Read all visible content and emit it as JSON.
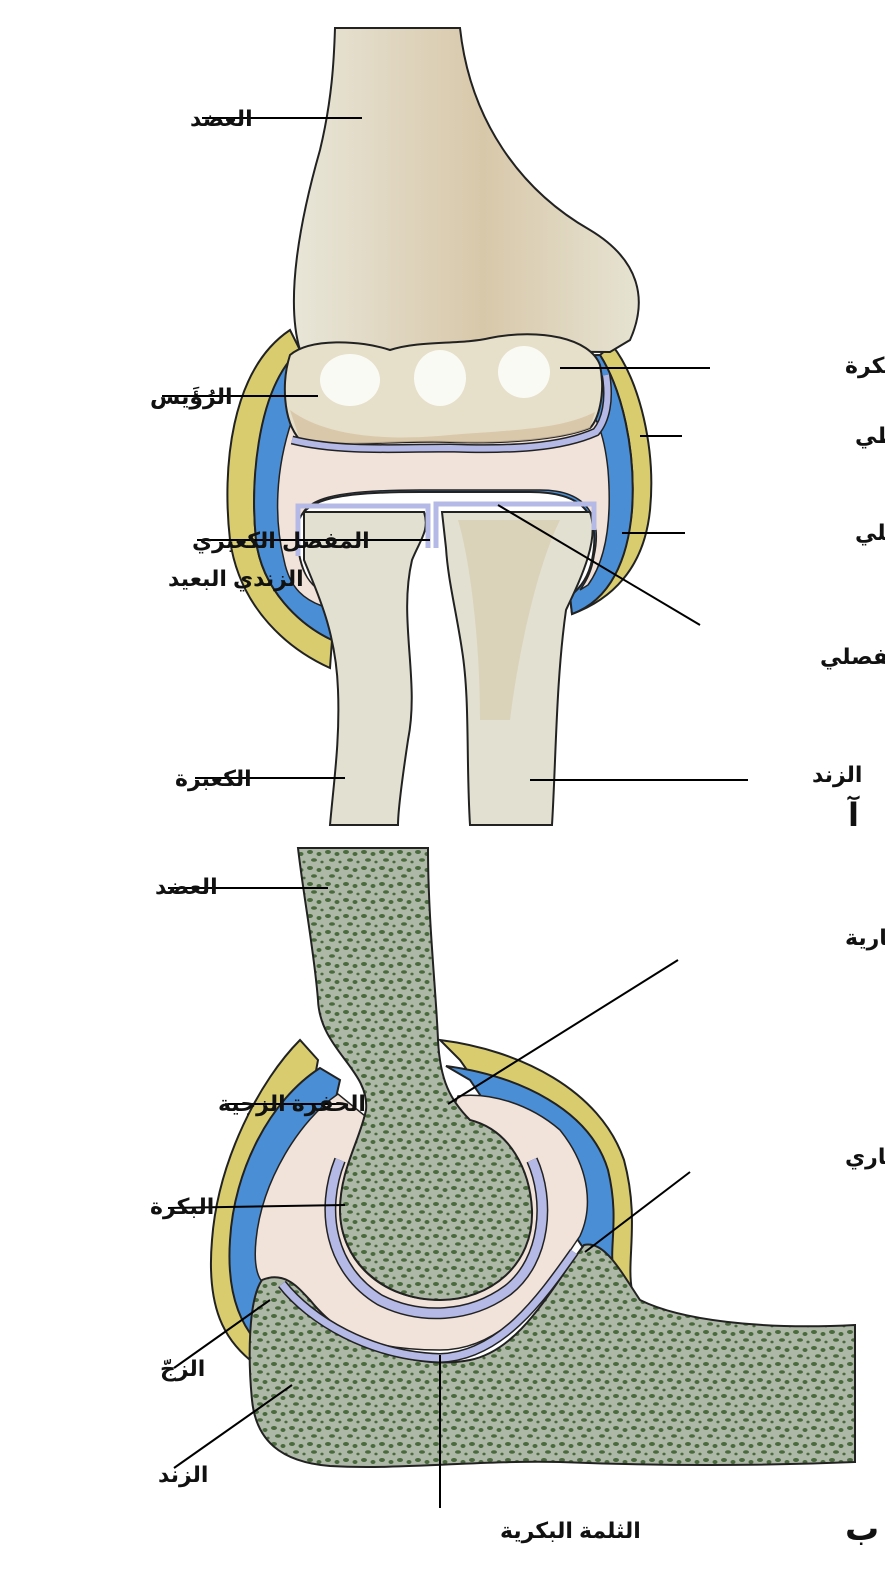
{
  "panel_a": {
    "letter": "آ",
    "labels": {
      "humerus": "العضد",
      "trochlea": "البكرة",
      "capitulum": "الرُؤَيس",
      "capsule_ligament": "الرباط المحفظي",
      "synovial_membrane": "الغشاء الزليلي",
      "radioulnar_joint_line1": "المفصل الكعبري",
      "radioulnar_joint_line2": "الزندي البعيد",
      "articular_cartilage": "الغضروف المفصلي",
      "radius": "الكعبرة",
      "ulna": "الزند"
    }
  },
  "panel_b": {
    "letter": "ب",
    "labels": {
      "humerus": "العضد",
      "olecranon_fossa": "الحفرة المنقارية",
      "radial_fossa": "الحفرة الزجية",
      "coronoid_process": "الناتئ المنقاري",
      "trochlea": "البكرة",
      "olecranon": "الزجّ",
      "ulna": "الزند",
      "trochlear_notch": "الثلمة البكرية"
    }
  },
  "colors": {
    "bone_light": "#e4e2d2",
    "bone_shade": "#cdbb9d",
    "cartilage": "#f1e2da",
    "synovial_blue": "#4a8fd6",
    "cartilage_lilac": "#b5b9e6",
    "capsule_yellow": "#d8cc6e",
    "spongy_bone": "#aeb8a6",
    "trabeculae": "#4a6a3e"
  }
}
